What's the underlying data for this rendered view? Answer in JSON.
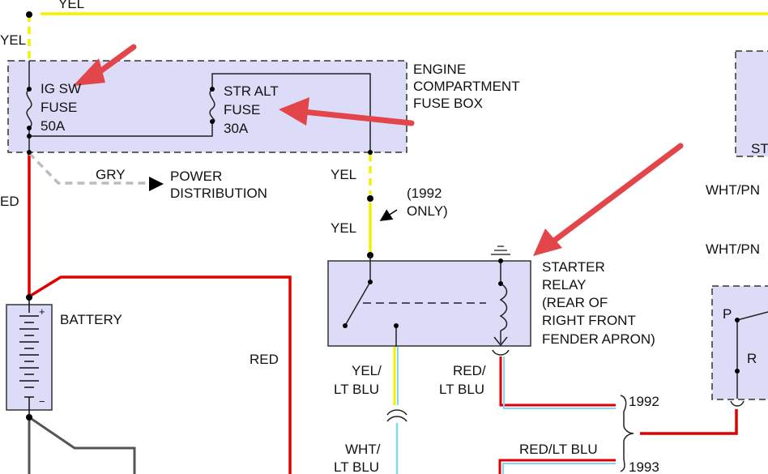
{
  "colors": {
    "yellow_wire": "#f2f200",
    "red_wire": "#e00000",
    "gray_wire": "#bcbcbc",
    "light_blue_stripe": "#7fd8f4",
    "box_fill": "#dcdcf8",
    "arrow": "#e2454a"
  },
  "labels": {
    "yel_top": "YEL",
    "yel_left": "YEL",
    "red_left": "ED",
    "ig_sw_fuse_line1": "IG SW",
    "ig_sw_fuse_line2": "FUSE",
    "ig_sw_fuse_line3": "50A",
    "str_alt_fuse_line1": "STR ALT",
    "str_alt_fuse_line2": "FUSE",
    "str_alt_fuse_line3": "30A",
    "fuse_box_line1": "ENGINE",
    "fuse_box_line2": "COMPARTMENT",
    "fuse_box_line3": "FUSE BOX",
    "gry": "GRY",
    "power_dist_line1": "POWER",
    "power_dist_line2": "DISTRIBUTION",
    "yel_upper": "YEL",
    "yel_lower": "YEL",
    "year_note_line1": "(1992",
    "year_note_line2": "ONLY)",
    "battery": "BATTERY",
    "battery_plus": "+",
    "battery_minus": "−",
    "red_mid": "RED",
    "starter_relay_line1": "STARTER",
    "starter_relay_line2": "RELAY",
    "starter_relay_line3": "(REAR OF",
    "starter_relay_line4": "RIGHT FRONT",
    "starter_relay_line5": "FENDER APRON)",
    "yel_lt_blu_line1": "YEL/",
    "yel_lt_blu_line2": "LT BLU",
    "red_lt_blu_line1": "RED/",
    "red_lt_blu_line2": "LT BLU",
    "wht_lt_blu_line1": "WHT/",
    "wht_lt_blu_line2": "LT BLU",
    "year_1992": "1992",
    "red_lt_blu_1993": "RED/LT BLU",
    "year_1993": "1993",
    "wht_pn_1": "WHT/PN",
    "wht_pn_2": "WHT/PN",
    "st_partial": "ST",
    "p_label": "P",
    "r_label": "R"
  }
}
